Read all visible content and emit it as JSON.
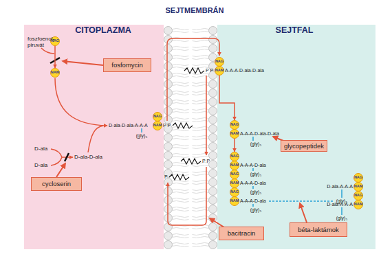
{
  "diagram": {
    "nodes": [
      {
        "text": [
          "NAG"
        ]
      },
      {
        "text": [
          "NAM"
        ]
      },
      {
        "text": [
          "fosfomycin"
        ]
      },
      {
        "text": [
          "NAG"
        ]
      },
      {
        "text": [
          "NAM"
        ]
      },
      {
        "text": [
          "NAG"
        ]
      },
      {
        "text": [
          "NAM"
        ]
      },
      {
        "text": [
          "NAG"
        ]
      },
      {
        "text": [
          "NAM"
        ]
      },
      {
        "text": [
          "glycopeptidek"
        ]
      },
      {
        "text": [
          "cycloserin"
        ]
      },
      {
        "text": [
          "NAG"
        ]
      },
      {
        "text": [
          "NAM"
        ]
      },
      {
        "text": [
          "NAG"
        ]
      },
      {
        "text": [
          "NAM"
        ]
      },
      {
        "text": [
          "NAG"
        ]
      },
      {
        "text": [
          "NAM"
        ]
      },
      {
        "text": [
          "NAG"
        ]
      },
      {
        "text": [
          "NAM"
        ]
      },
      {
        "text": [
          "NAG"
        ]
      },
      {
        "text": [
          "NAM"
        ]
      },
      {
        "text": [
          "bacitracin"
        ]
      },
      {
        "text": [
          "béta-laktámok"
        ]
      }
    ],
    "edges": [
      {
        "from": 0,
        "to": 1,
        "arrow": "to"
      },
      {
        "from": 4,
        "to": 7,
        "arrow": "to"
      },
      {
        "from": 8,
        "to": 11,
        "arrow": "to"
      }
    ],
    "labels": [
      "SEJTMEMBRÁN",
      "CITOPLAZMA",
      "SEJTFAL",
      "foszfoenol- piruvát",
      "D-ala",
      "D-ala",
      "D-ala-D-ala",
      "D-ala-D-ala-A-A-A",
      "P P",
      "(gly)₅",
      "P P",
      "A-A-A-D-ala-D-ala",
      "P P",
      "P",
      "A-A-A-D-ala-D-ala",
      "(gly)₅",
      "A-A-A-D-ala",
      "(gly)₅",
      "A-A-A-D-ala",
      "(gly)₅",
      "A-A-A-D-ala",
      "(gly)₅",
      "D-ala-A-A-A",
      "(gly)₅",
      "D-ala-A-A-A",
      "(gly)₅"
    ]
  }
}
